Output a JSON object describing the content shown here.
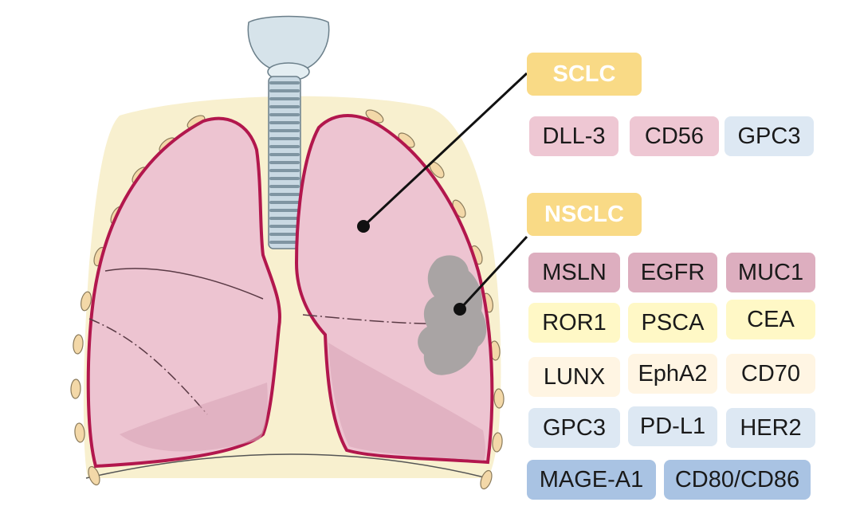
{
  "colors": {
    "lung_fill": "#EDC4D1",
    "lung_outline": "#B2174D",
    "pleura_fill": "#F8F0CF",
    "tumor": "#A9A4A4",
    "marker": "#111111",
    "header_bg": "#F9DA86",
    "pink_tag": "#EEC7D3",
    "rose_tag": "#DDAEBF",
    "blue_tag": "#DDE8F3",
    "yellow_tag": "#FFF8C6",
    "cream_tag": "#FFF5E3",
    "steel_tag": "#A9C3E3"
  },
  "headers": {
    "sclc": "SCLC",
    "nsclc": "NSCLC"
  },
  "sclc_markers": [
    "DLL-3",
    "CD56",
    "GPC3"
  ],
  "nsclc_markers": {
    "row1": [
      "MSLN",
      "EGFR",
      "MUC1"
    ],
    "row2": [
      "ROR1",
      "PSCA",
      "CEA"
    ],
    "row3": [
      "LUNX",
      "EphA2",
      "CD70"
    ],
    "row4": [
      "GPC3",
      "PD-L1",
      "HER2"
    ],
    "row5": [
      "MAGE-A1",
      "CD80/CD86"
    ]
  }
}
